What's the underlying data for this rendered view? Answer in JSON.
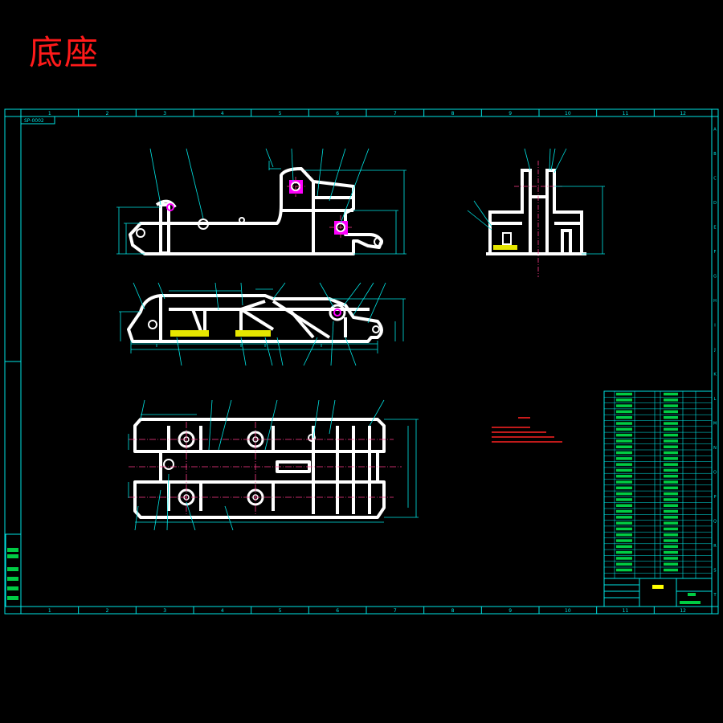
{
  "title": "底座",
  "frame": {
    "columns": [
      "1",
      "2",
      "3",
      "4",
      "5",
      "6",
      "7",
      "8",
      "9",
      "10",
      "11",
      "12"
    ],
    "rows": [
      "A",
      "B",
      "C",
      "D",
      "E",
      "F",
      "G",
      "H",
      "I",
      "J",
      "K",
      "L",
      "M",
      "N",
      "O",
      "P",
      "Q",
      "R",
      "S",
      "T"
    ],
    "corner_tag": "SP-0002"
  },
  "colors": {
    "background": "#000000",
    "frame": "#00e5e5",
    "outline": "#ffffff",
    "dimension": "#00e5e5",
    "leader": "#00e5e5",
    "centerline": "#ff3b8a",
    "hatch": "#e6e600",
    "note": "#ff2222",
    "title": "#ff1a1a",
    "hole": "#ff00ff"
  }
}
